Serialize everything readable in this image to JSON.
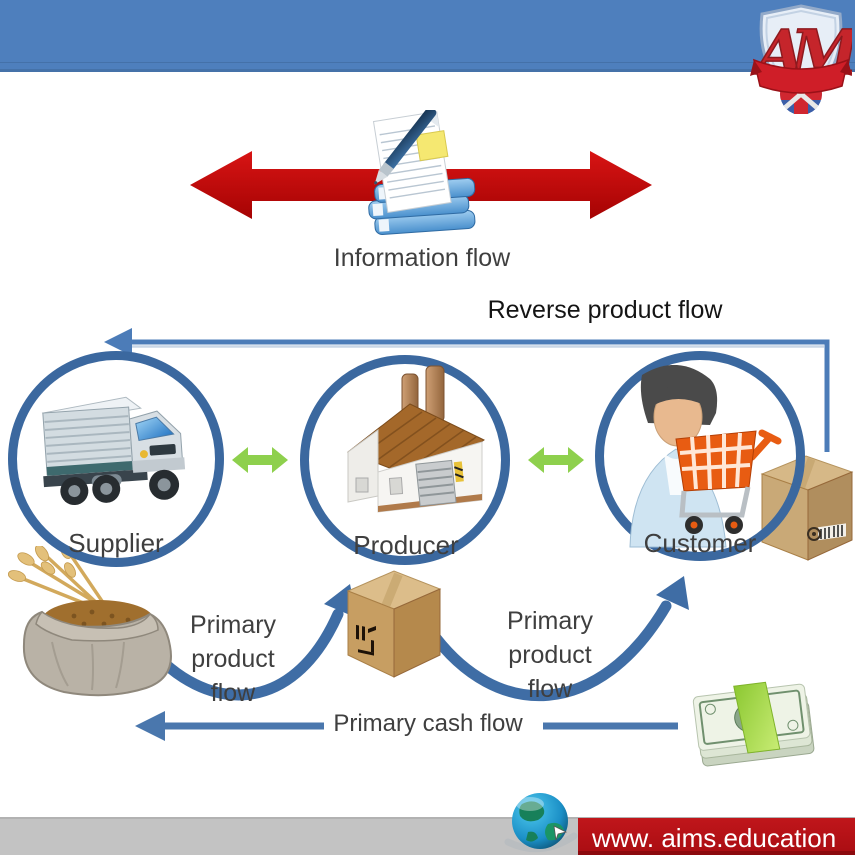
{
  "colors": {
    "header_blue": "#4e7fbd",
    "ring_blue": "#3b689f",
    "connector_blue": "#4c7cb8",
    "swoosh_blue": "#3f6da5",
    "arrow_red": "#c40808",
    "arrow_green": "#8ed04d",
    "label_gray": "#3f3f3f",
    "footer_red": "#b11015",
    "footer_gray": "#c3c3c3"
  },
  "flows": {
    "information": "Information flow",
    "reverse": "Reverse product flow",
    "primary_left": {
      "lines": [
        "Primary",
        "product",
        "flow"
      ]
    },
    "primary_right": {
      "lines": [
        "Primary",
        "product",
        "flow"
      ]
    },
    "cash": "Primary cash flow"
  },
  "nodes": [
    {
      "label": "Supplier",
      "icon": "delivery-truck-icon"
    },
    {
      "label": "Producer",
      "icon": "factory-icon"
    },
    {
      "label": "Customer",
      "icon": "customer-cart-icon"
    }
  ],
  "footer": {
    "website": "www. aims.education"
  }
}
